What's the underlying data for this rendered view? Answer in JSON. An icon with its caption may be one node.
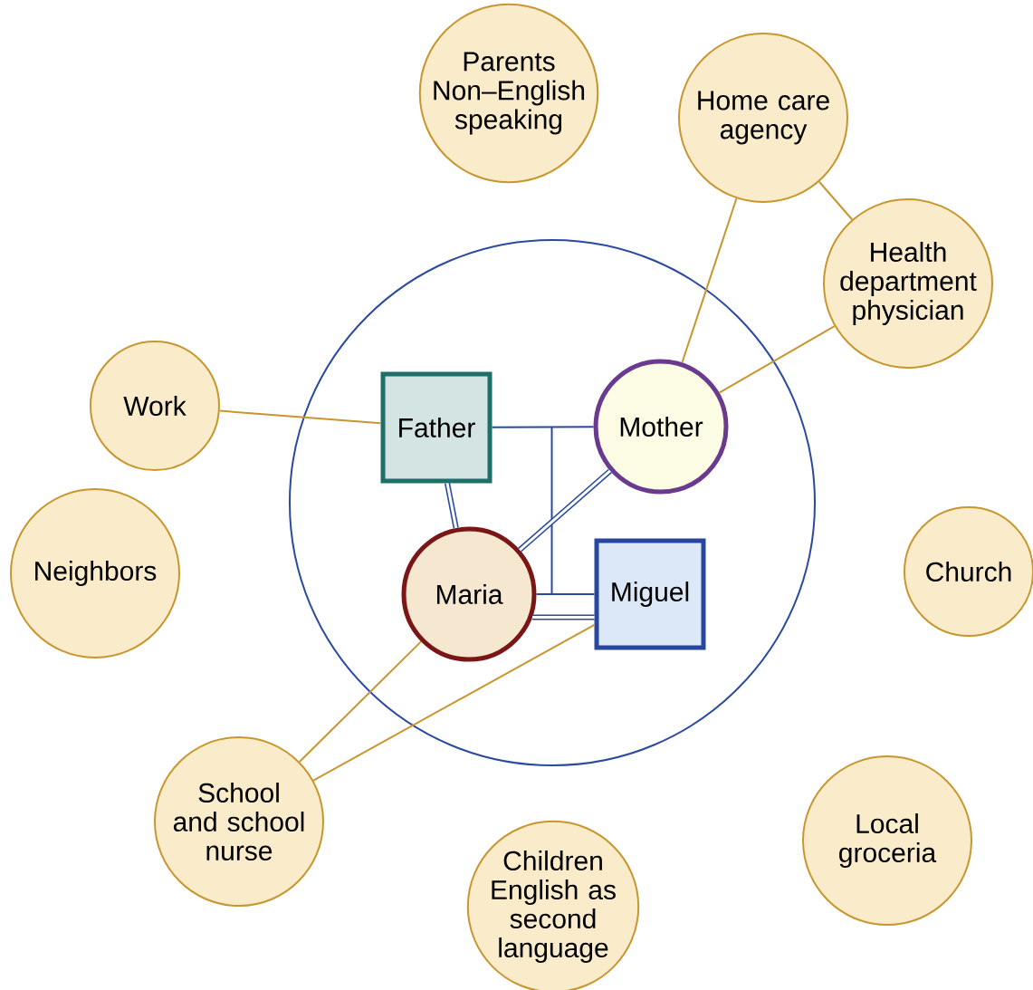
{
  "diagram": {
    "nodes": [
      {
        "text": [
          "Parents Non–English speaking"
        ]
      },
      {
        "text": [
          "Home care agency"
        ]
      },
      {
        "text": [
          "Health department physician"
        ]
      },
      {
        "text": [
          "Work"
        ]
      },
      {
        "text": [],
        "shape": "circle"
      },
      {
        "text": [
          "Father"
        ],
        "in": 4
      },
      {
        "text": [
          "Mother"
        ],
        "in": 4
      },
      {
        "text": [
          "Maria"
        ],
        "in": 4
      },
      {
        "text": [
          "Miguel"
        ],
        "in": 4
      },
      {
        "text": [
          "Neighbors"
        ]
      },
      {
        "text": [
          "Church"
        ]
      },
      {
        "text": [
          "School and school nurse"
        ]
      },
      {
        "text": [
          "Local groceria"
        ]
      },
      {
        "text": [
          "Children English as second language"
        ]
      }
    ],
    "edges": [
      {
        "from": 1,
        "to": 6,
        "arrow": "none"
      },
      {
        "from": 1,
        "to": 2,
        "arrow": "none"
      },
      {
        "from": 2,
        "to": 6,
        "arrow": "none"
      },
      {
        "from": 3,
        "to": 5,
        "arrow": "none"
      },
      {
        "from": 7,
        "to": 11,
        "arrow": "none"
      },
      {
        "from": 8,
        "to": 11,
        "arrow": "none"
      },
      {
        "from": 5,
        "to": 6,
        "arrow": "none",
        "color": "#2a4aa0"
      },
      {
        "from": 7,
        "to": 8,
        "arrow": "none",
        "color": "#2a4aa0"
      },
      {
        "from": 5,
        "to": 7,
        "arrow": "none",
        "style": "thick",
        "color": "#2a4aa0"
      },
      {
        "from": 6,
        "to": 7,
        "arrow": "none",
        "style": "thick",
        "color": "#2a4aa0"
      },
      {
        "from": 7,
        "to": 8,
        "arrow": "none",
        "style": "thick",
        "color": "#2a4aa0"
      }
    ]
  }
}
